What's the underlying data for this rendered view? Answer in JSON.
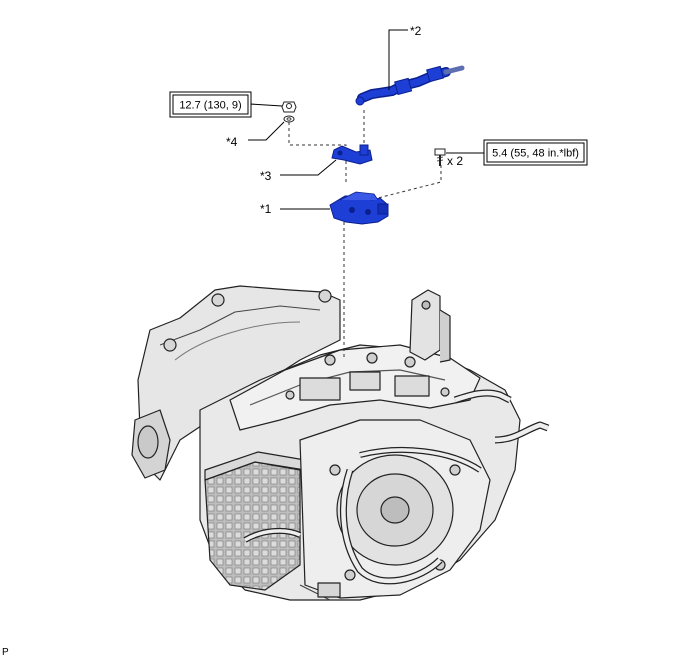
{
  "callouts": {
    "part1": "*1",
    "part2": "*2",
    "part3": "*3",
    "part4": "*4"
  },
  "torque": {
    "nut": "12.7 (130, 9)",
    "bolt": "5.4 (55, 48 in.*lbf)"
  },
  "bolt_qty": "x 2",
  "corner_code": "P",
  "colors": {
    "highlight_part": "#1e3fd6",
    "highlight_dark": "#0b1f8f",
    "transaxle_fill": "#e9e9e9",
    "transaxle_shade": "#c4c4c4",
    "outline": "#222222"
  }
}
